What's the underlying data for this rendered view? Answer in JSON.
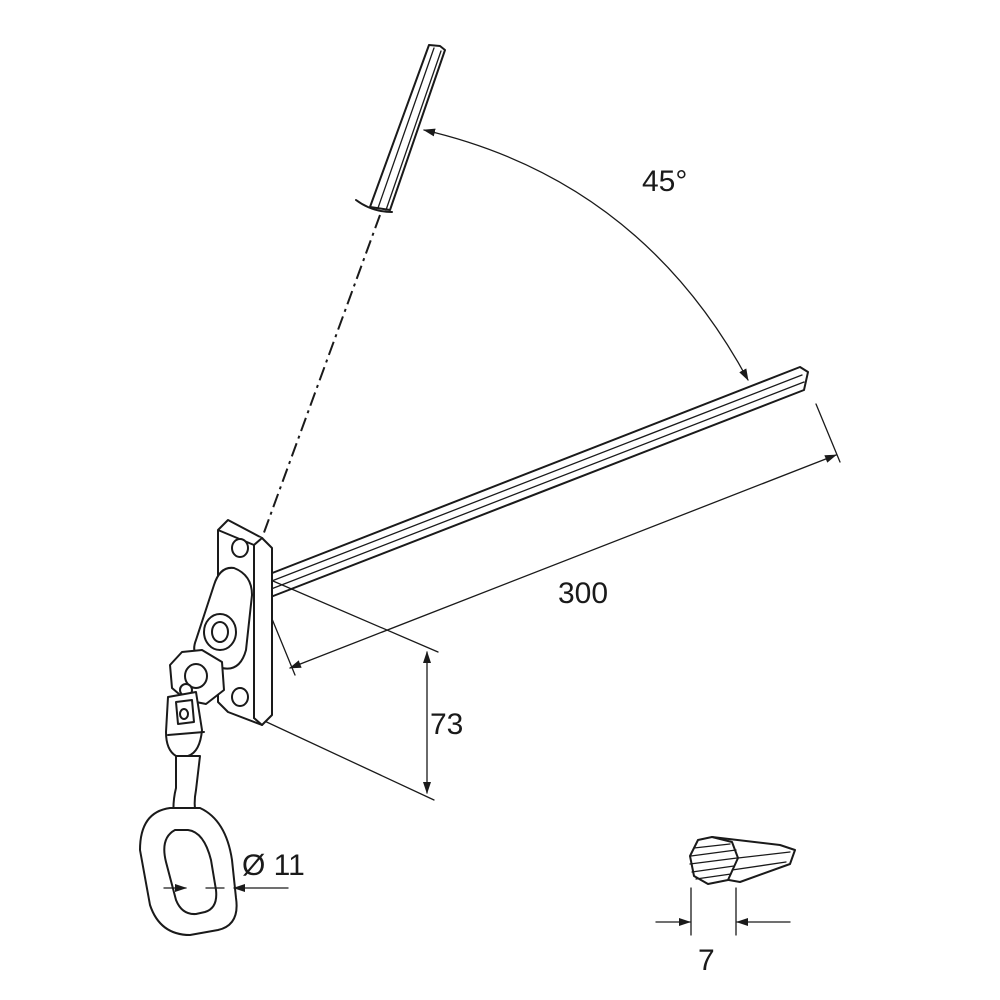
{
  "dimensions": {
    "angle_label": "45°",
    "length_label": "300",
    "height_label": "73",
    "diameter_label": "Ø 11",
    "section_width_label": "7"
  },
  "colors": {
    "line": "#1a1a1a",
    "background": "#ffffff"
  }
}
